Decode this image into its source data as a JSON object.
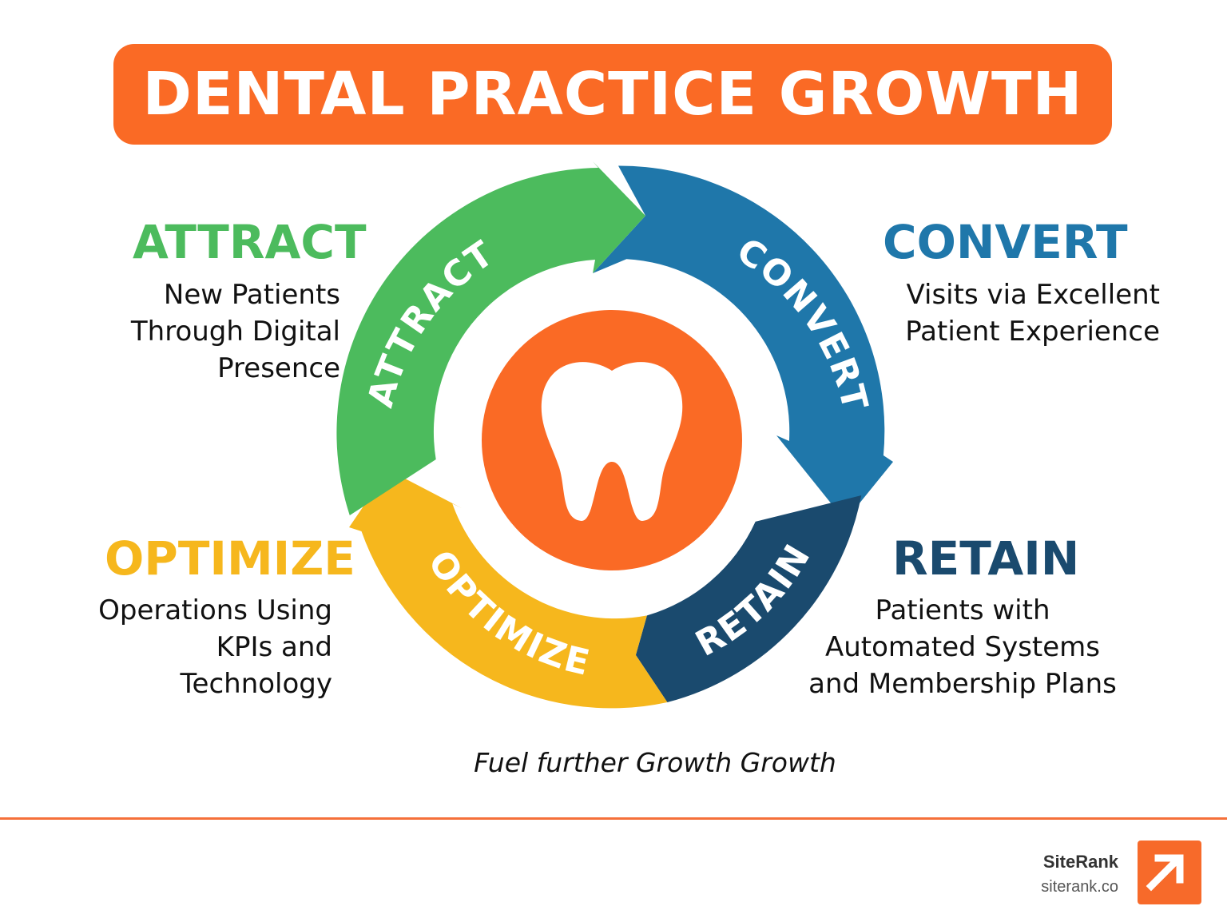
{
  "title": "DENTAL PRACTICE GROWTH",
  "colors": {
    "accent": "#fa6a25",
    "attract": "#4cbb5d",
    "convert": "#1f77aa",
    "retain": "#1a4a6e",
    "optimize": "#f6b71d"
  },
  "center_icon": "tooth-icon",
  "stages": [
    {
      "id": "attract",
      "arc_label": "ATTRACT",
      "heading": "ATTRACT",
      "description": "New Patients\nThrough Digital\nPresence"
    },
    {
      "id": "convert",
      "arc_label": "CONVERT",
      "heading": "CONVERT",
      "description": "Visits via Excellent\nPatient Experience"
    },
    {
      "id": "retain",
      "arc_label": "RETAIN",
      "heading": "RETAIN",
      "description": "Patients with\nAutomated Systems\nand Membership Plans"
    },
    {
      "id": "optimize",
      "arc_label": "OPTIMIZE",
      "heading": "OPTIMIZE",
      "description": "Operations Using\nKPIs and\nTechnology"
    }
  ],
  "footer_note": "Fuel further Growth Growth",
  "brand": {
    "name": "SiteRank",
    "url": "siterank.co",
    "logo_icon": "arrow-up-right-icon"
  }
}
